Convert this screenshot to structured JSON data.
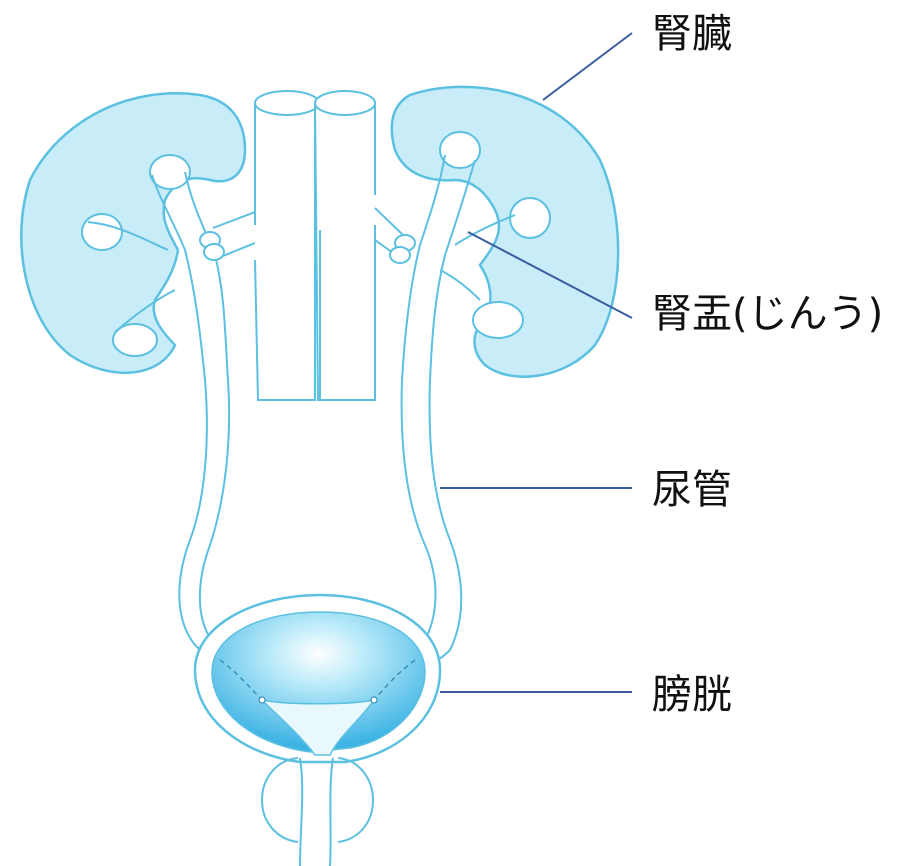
{
  "labels": {
    "kidney": "腎臓",
    "renal_pelvis": "腎盂(じんう)",
    "ureter": "尿管",
    "bladder": "膀胱"
  },
  "colors": {
    "kidney_fill": "#c8edf8",
    "outline": "#5cc0e0",
    "bladder_fill": "#5cc8ee",
    "leader_line": "#3a5ba0"
  }
}
